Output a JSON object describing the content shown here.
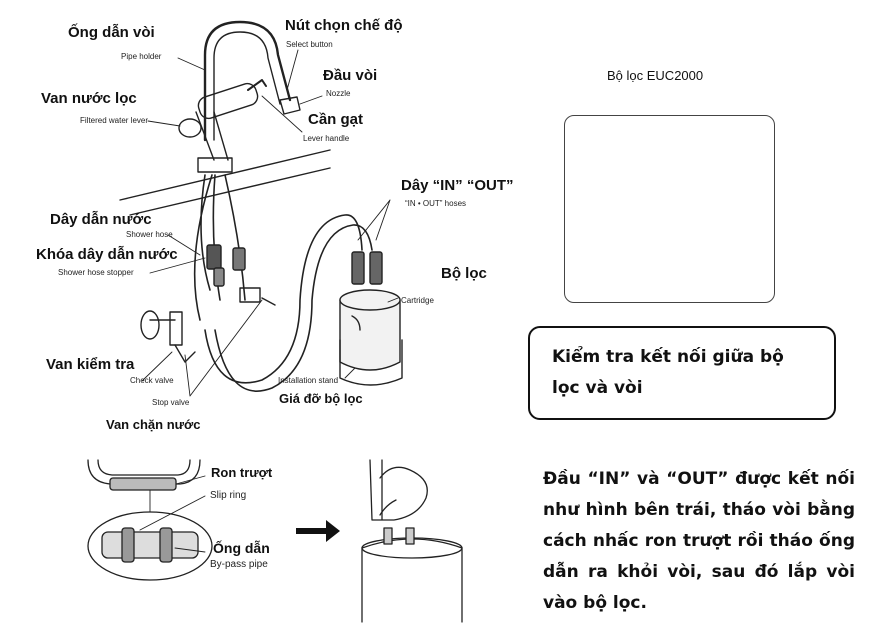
{
  "diagram": {
    "labels": {
      "pipe_holder_vn": "Ống dẫn vòi",
      "pipe_holder_en": "Pipe holder",
      "select_button_vn": "Nút chọn chế độ",
      "select_button_en": "Select button",
      "nozzle_vn": "Đầu vòi",
      "nozzle_en": "Nozzle",
      "filtered_lever_vn": "Van nước lọc",
      "filtered_lever_en": "Filtered water lever",
      "lever_handle_vn": "Cần gạt",
      "lever_handle_en": "Lever handle",
      "in_out_vn": "Dây “IN” “OUT”",
      "in_out_en": "“IN • OUT” hoses",
      "shower_hose_vn": "Dây dẫn nước",
      "shower_hose_en": "Shower hose",
      "hose_stopper_vn": "Khóa dây dẫn nước",
      "hose_stopper_en": "Shower hose stopper",
      "cartridge_vn": "Bộ lọc",
      "cartridge_en": "Cartridge",
      "check_valve_vn": "Van kiểm tra",
      "check_valve_en": "Check valve",
      "stop_valve_en": "Stop valve",
      "stop_valve_vn": "Van chặn nước",
      "stand_en": "Installation stand",
      "stand_vn": "Giá đỡ bộ lọc",
      "slip_ring_vn": "Ron trượt",
      "slip_ring_en": "Slip ring",
      "bypass_vn": "Ống dẫn",
      "bypass_en": "By-pass pipe"
    }
  },
  "product": {
    "title": "Bộ lọc EUC2000"
  },
  "callout": {
    "text": "Kiểm tra kết nối giữa bộ lọc và vòi"
  },
  "instructions": {
    "text": "Đầu “IN” và “OUT” được kết nối như hình bên trái, tháo vòi bằng cách nhấc ron trượt rồi tháo ống dẫn ra khỏi vòi, sau đó lắp vòi vào bộ lọc."
  },
  "colors": {
    "line": "#222222",
    "filter_body": "#f2f2f2",
    "text": "#111111"
  }
}
